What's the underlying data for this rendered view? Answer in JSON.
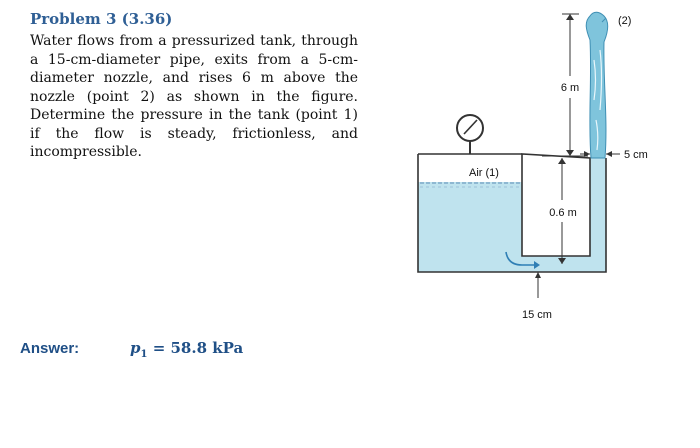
{
  "problem": {
    "title": "Problem 3 (3.36)",
    "text": "Water flows from a pressurized tank, through a 15-cm-diameter pipe, exits from a 5-cm-diameter nozzle, and rises 6 m above the nozzle (point 2) as shown in the figure. Determine the pressure in the tank (point 1) if the flow is steady, frictionless, and incompressible."
  },
  "answer": {
    "label": "Answer:",
    "symbol": "p",
    "subscript": "1",
    "value": " = 58.8 kPa"
  },
  "figure": {
    "air_label": "Air (1)",
    "point2_label": "(2)",
    "rise_label": "6 m",
    "depth_label": "0.6 m",
    "nozzle_label": "5 cm",
    "pipe_label": "15 cm"
  },
  "colors": {
    "title": "#2f5f95",
    "answer": "#1f4f86",
    "water": "#bfe3ee",
    "jet": "#7fc4dc"
  }
}
